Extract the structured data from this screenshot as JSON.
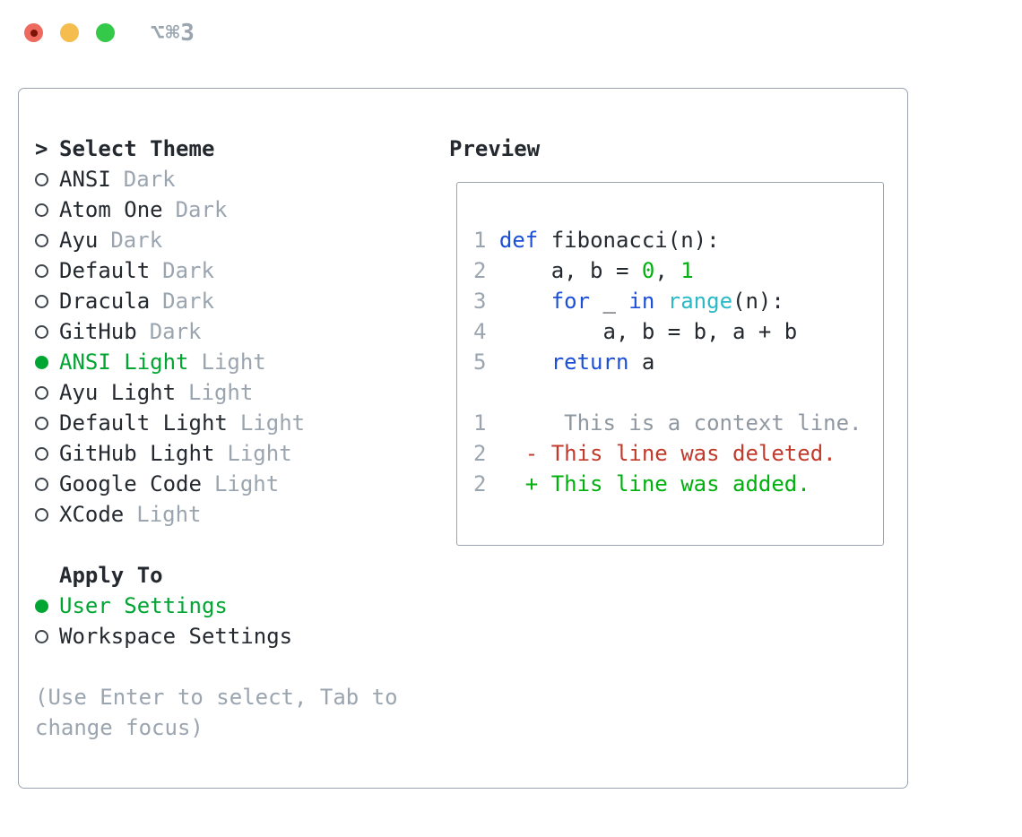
{
  "titlebar": {
    "shortcut": "⌥⌘3"
  },
  "theme_picker": {
    "prompt": ">",
    "title": "Select Theme",
    "items": [
      {
        "name": "ANSI",
        "variant": "Dark",
        "selected": false
      },
      {
        "name": "Atom One",
        "variant": "Dark",
        "selected": false
      },
      {
        "name": "Ayu",
        "variant": "Dark",
        "selected": false
      },
      {
        "name": "Default",
        "variant": "Dark",
        "selected": false
      },
      {
        "name": "Dracula",
        "variant": "Dark",
        "selected": false
      },
      {
        "name": "GitHub",
        "variant": "Dark",
        "selected": false
      },
      {
        "name": "ANSI Light",
        "variant": "Light",
        "selected": true
      },
      {
        "name": "Ayu Light",
        "variant": "Light",
        "selected": false
      },
      {
        "name": "Default Light",
        "variant": "Light",
        "selected": false
      },
      {
        "name": "GitHub Light",
        "variant": "Light",
        "selected": false
      },
      {
        "name": "Google Code",
        "variant": "Light",
        "selected": false
      },
      {
        "name": "XCode",
        "variant": "Light",
        "selected": false
      }
    ]
  },
  "apply_to": {
    "title": "Apply To",
    "options": [
      {
        "name": "User Settings",
        "selected": true
      },
      {
        "name": "Workspace Settings",
        "selected": false
      }
    ]
  },
  "hint": "(Use Enter to select, Tab to change focus)",
  "preview": {
    "title": "Preview",
    "code_lines": [
      {
        "segments": [
          {
            "text": "1 ",
            "style": "lineno"
          },
          {
            "text": "def",
            "style": "keyword"
          },
          {
            "text": " fibonacci(n):",
            "style": "text"
          }
        ]
      },
      {
        "segments": [
          {
            "text": "2 ",
            "style": "lineno"
          },
          {
            "text": "    a, b = ",
            "style": "text"
          },
          {
            "text": "0",
            "style": "number"
          },
          {
            "text": ", ",
            "style": "text"
          },
          {
            "text": "1",
            "style": "number"
          }
        ]
      },
      {
        "segments": [
          {
            "text": "3 ",
            "style": "lineno"
          },
          {
            "text": "    ",
            "style": "text"
          },
          {
            "text": "for",
            "style": "keyword"
          },
          {
            "text": " _ ",
            "style": "text"
          },
          {
            "text": "in",
            "style": "keyword"
          },
          {
            "text": " ",
            "style": "text"
          },
          {
            "text": "range",
            "style": "builtin"
          },
          {
            "text": "(n):",
            "style": "text"
          }
        ]
      },
      {
        "segments": [
          {
            "text": "4 ",
            "style": "lineno"
          },
          {
            "text": "        a, b = b, a + b",
            "style": "text"
          }
        ]
      },
      {
        "segments": [
          {
            "text": "5 ",
            "style": "lineno"
          },
          {
            "text": "    ",
            "style": "text"
          },
          {
            "text": "return",
            "style": "keyword"
          },
          {
            "text": " a",
            "style": "text"
          }
        ]
      },
      {
        "segments": []
      },
      {
        "segments": [
          {
            "text": "1 ",
            "style": "lineno"
          },
          {
            "text": "     This is a context line.",
            "style": "context"
          }
        ]
      },
      {
        "segments": [
          {
            "text": "2 ",
            "style": "lineno"
          },
          {
            "text": "  - This line was deleted.",
            "style": "deleted"
          }
        ]
      },
      {
        "segments": [
          {
            "text": "2 ",
            "style": "lineno"
          },
          {
            "text": "  + This line was added.",
            "style": "added"
          }
        ]
      }
    ]
  },
  "colors": {
    "border": "#9aa3ae",
    "text": "#24292f",
    "muted": "#9ba5b0",
    "green_select": "#00a532",
    "green_code": "#00b00f",
    "blue": "#1c4fd8",
    "cyan": "#29b9c7",
    "red": "#c23a2b",
    "context_gray": "#8f98a1",
    "traffic_red": "#ee6a5e",
    "traffic_yellow": "#f4bd4e",
    "traffic_green": "#35c94a"
  }
}
